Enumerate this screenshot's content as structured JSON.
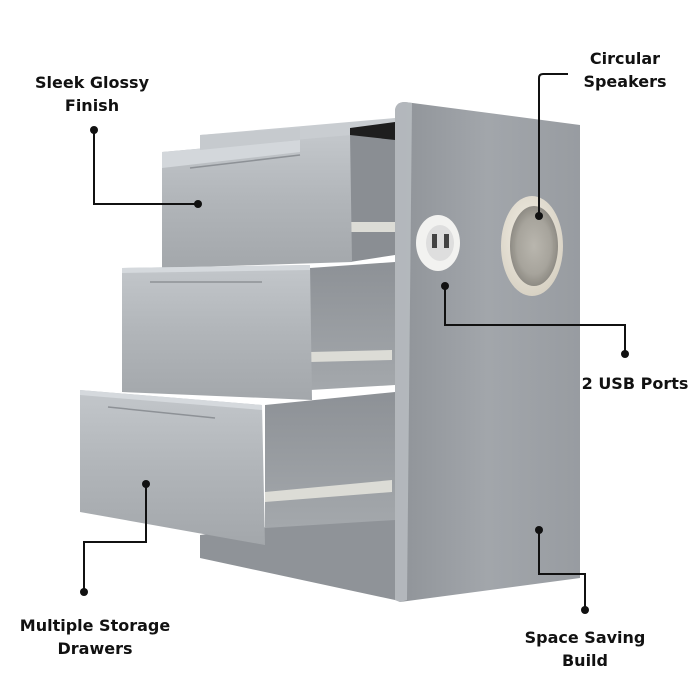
{
  "callouts": {
    "finish": {
      "line1": "Sleek Glossy",
      "line2": "Finish"
    },
    "speakers": {
      "line1": "Circular",
      "line2": "Speakers"
    },
    "usb": {
      "line1": "2 USB Ports"
    },
    "drawers": {
      "line1": "Multiple Storage",
      "line2": "Drawers"
    },
    "space": {
      "line1": "Space Saving",
      "line2": "Build"
    }
  },
  "colors": {
    "body_gray": "#a8acb1",
    "side_gray": "#979ba0",
    "drawer_front": "#b4b8bc",
    "shadow_dark": "#2a2a2a",
    "leader_line": "#111111",
    "speaker_ring": "#e8e2d6"
  }
}
